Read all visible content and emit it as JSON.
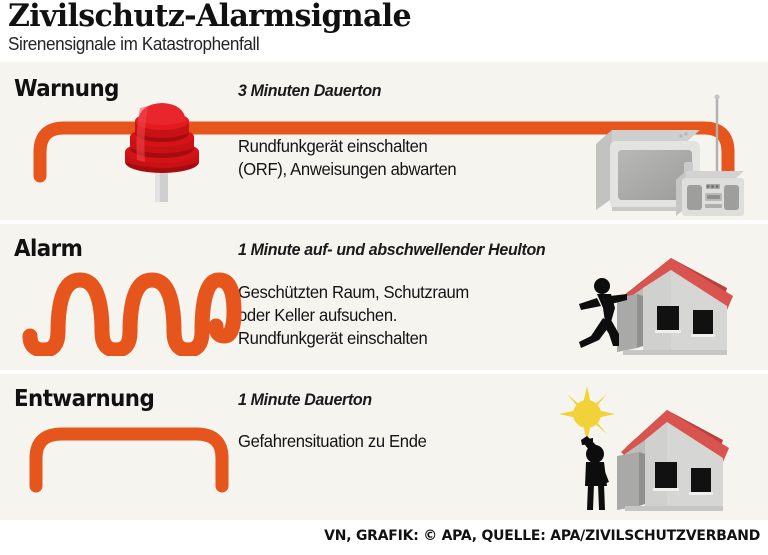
{
  "header": {
    "title": "Zivilschutz-Alarmsignale",
    "subtitle": "Sirenensignale im Katastrophenfall"
  },
  "colors": {
    "signal_orange": "#E6551C",
    "siren_red": "#D41217",
    "roof_red": "#D9534F",
    "sun_yellow": "#F2D23B",
    "background": "#F5F4EF",
    "text": "#111111"
  },
  "sections": [
    {
      "id": "warnung",
      "title": "Warnung",
      "subtitle": "3 Minuten Dauerton",
      "body": "Rundfunkgerät einschalten\n(ORF), Anweisungen abwarten",
      "signal_shape": "continuous-tone-plateau",
      "icons": [
        "siren-icon",
        "television-icon",
        "radio-icon"
      ]
    },
    {
      "id": "alarm",
      "title": "Alarm",
      "subtitle": "1 Minute auf- und abschwellender Heulton",
      "body": "Geschützten Raum, Schutzraum\noder Keller aufsuchen.\nRundfunkgerät einschalten",
      "signal_shape": "rising-falling-wail-wave",
      "icons": [
        "house-icon",
        "running-person-icon"
      ]
    },
    {
      "id": "entwarnung",
      "title": "Entwarnung",
      "subtitle": "1 Minute Dauerton",
      "body": "Gefahrensituation zu Ende",
      "signal_shape": "continuous-tone-plateau-short",
      "icons": [
        "sun-icon",
        "house-icon",
        "standing-person-icon"
      ]
    }
  ],
  "footer": {
    "credit": "VN, GRAFIK: © APA, QUELLE: APA/ZIVILSCHUTZVERBAND"
  }
}
